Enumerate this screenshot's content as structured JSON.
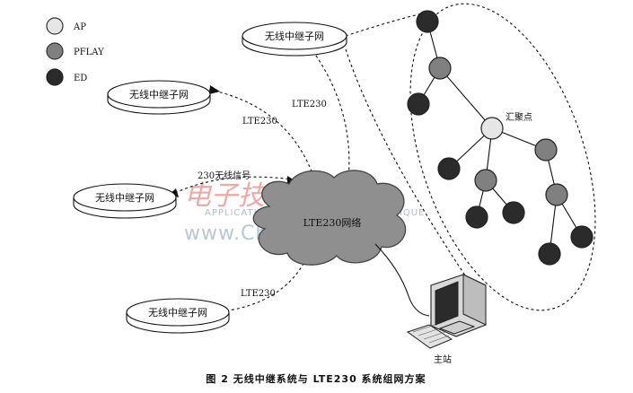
{
  "legend": [
    {
      "label": "AP",
      "color": "#e6e6e6"
    },
    {
      "label": "PFLAY",
      "color": "#808080"
    },
    {
      "label": "ED",
      "color": "#2b2b2b"
    }
  ],
  "relay_label": "无线中继子网",
  "cloud_label": "LTE230网络",
  "link_labels": {
    "lte_top": "LTE230",
    "lte_left": "LTE230",
    "signal": "230无线信号",
    "lte_bottom": "LTE230"
  },
  "aggregation_label": "汇聚点",
  "host_label": "主站",
  "caption": "图 2   无线中继系统与 LTE230 系统组网方案",
  "watermark": {
    "cn": "电子技术应用",
    "en": "APPLICATION OF ELECTRONIC TECHNIQUE",
    "url": "www.ChinaAET.com"
  }
}
